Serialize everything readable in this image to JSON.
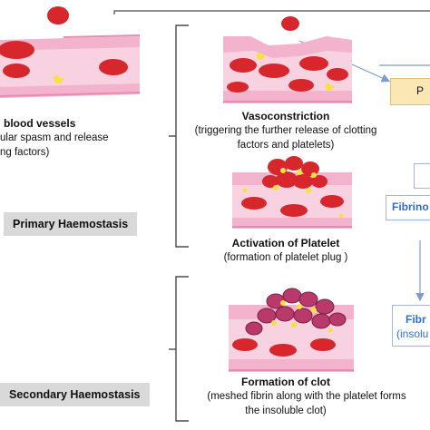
{
  "left_column": {
    "title": "blood vessels",
    "line2": "ular spasm and release",
    "line3": "ng factors)"
  },
  "primary_label": "Primary Haemostasis",
  "secondary_label": "Secondary Haemostasis",
  "vasoconstriction": {
    "title": "Vasoconstriction",
    "line1": "(triggering the further release of clotting",
    "line2": "factors and platelets)"
  },
  "activation": {
    "title": "Activation of Platelet",
    "line1": "(formation of platelet plug )"
  },
  "formation": {
    "title": "Formation of clot",
    "line1": "(meshed fibrin along with the platelet forms",
    "line2": "the insoluble clot)"
  },
  "right_column": {
    "box1_text": "P",
    "fibrino_text": "Fibrino",
    "fibr_text": "Fibr",
    "insolu_text": "(insolu"
  },
  "colors": {
    "vessel_wall": "#f4b3cd",
    "vessel_lumen": "#f8d2e0",
    "red_cell": "#d7262c",
    "platelet": "#f5e33a",
    "fibrin_cell": "#b83a6b",
    "bracket": "#4a4a4a",
    "arrow_blue": "#7f9ccf",
    "label_gray": "#d9d9d9"
  }
}
